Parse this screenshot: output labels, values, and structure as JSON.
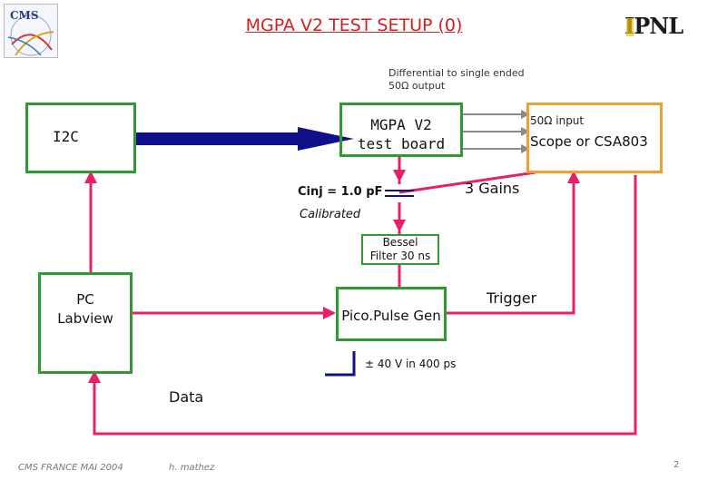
{
  "title": "MGPA V2 TEST SETUP (0)",
  "logos": {
    "left_label": "CMS",
    "right_label": "IPNL"
  },
  "colors": {
    "green": "#339933",
    "magenta": "#e6216a",
    "orange": "#f0a030",
    "navy": "#10108a",
    "grey": "#8a8a8a",
    "title_red": "#d41f1f"
  },
  "annotations": {
    "diff_line1": "Differential to single ended",
    "diff_line2": "50Ω output",
    "ohm_input": "50Ω input",
    "gains": "3 Gains",
    "cinj": "Cinj = 1.0 pF",
    "calibrated": "Calibrated",
    "pulse": "± 40 V in 400 ps",
    "trigger": "Trigger",
    "data": "Data"
  },
  "blocks": {
    "i2c": "I2C",
    "mgpa_line1": "MGPA V2",
    "mgpa_line2": "test board",
    "scope": "Scope or CSA803",
    "bessel_line1": "Bessel",
    "bessel_line2": "Filter 30 ns",
    "pc_line1": "PC",
    "pc_line2": "Labview",
    "pulse_gen": "Pico.Pulse Gen"
  },
  "footer": {
    "left": "CMS FRANCE MAI 2004",
    "author": "h. mathez",
    "page": "2"
  }
}
